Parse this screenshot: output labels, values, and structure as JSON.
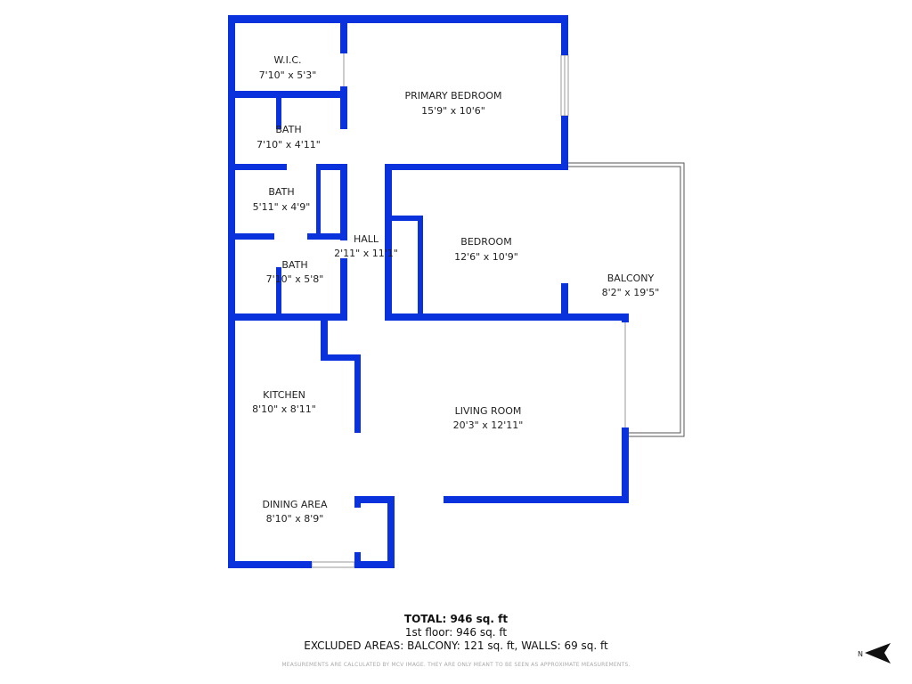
{
  "colors": {
    "walls": "#0a32dc",
    "balcony_outline": "#555555"
  },
  "rooms": [
    {
      "name": "W.I.C.",
      "dims": "7'10\" x 5'3\""
    },
    {
      "name": "PRIMARY BEDROOM",
      "dims": "15'9\" x 10'6\""
    },
    {
      "name": "BATH",
      "dims": "7'10\" x 4'11\""
    },
    {
      "name": "BATH",
      "dims": "5'11\" x 4'9\""
    },
    {
      "name": "HALL",
      "dims": "2'11\" x 11'1\""
    },
    {
      "name": "BEDROOM",
      "dims": "12'6\" x 10'9\""
    },
    {
      "name": "BATH",
      "dims": "7'10\" x 5'8\""
    },
    {
      "name": "BALCONY",
      "dims": "8'2\" x 19'5\""
    },
    {
      "name": "KITCHEN",
      "dims": "8'10\" x 8'11\""
    },
    {
      "name": "LIVING ROOM",
      "dims": "20'3\" x 12'11\""
    },
    {
      "name": "DINING AREA",
      "dims": "8'10\" x 8'9\""
    }
  ],
  "summary": {
    "total": "TOTAL: 946 sq. ft",
    "floor": "1st floor: 946 sq. ft",
    "excluded": "EXCLUDED AREAS: BALCONY: 121 sq. ft, WALLS: 69 sq. ft",
    "note": "MEASUREMENTS ARE CALCULATED BY MCV IMAGE. THEY ARE ONLY MEANT TO BE SEEN AS APPROXIMATE MEASUREMENTS."
  },
  "compass": {
    "label": "N",
    "icon": "north-arrow-icon"
  }
}
